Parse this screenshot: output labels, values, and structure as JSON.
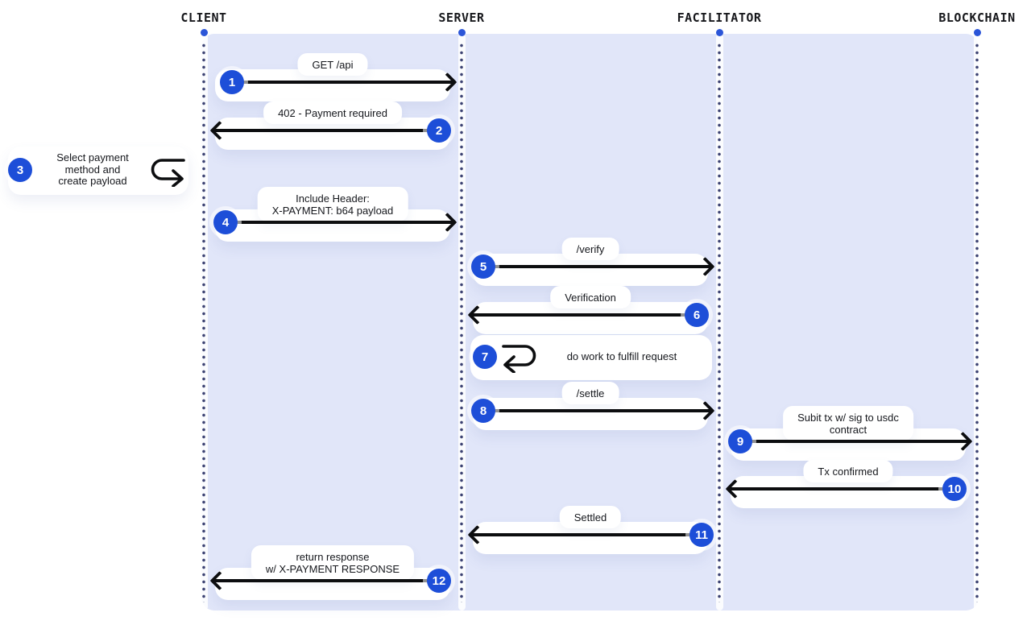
{
  "lanes": [
    {
      "name": "CLIENT"
    },
    {
      "name": "SERVER"
    },
    {
      "name": "FACILITATOR"
    },
    {
      "name": "BLOCKCHAIN"
    }
  ],
  "colors": {
    "accent_blue": "#1d4ed8",
    "panel_background": "#e1e6f9",
    "lifeline_dot": "#3d4373",
    "arrow_black": "#0c0d0f",
    "bubble_white": "#ffffff"
  },
  "messages": [
    {
      "num": "1",
      "label": "GET /api",
      "from": "CLIENT",
      "to": "SERVER"
    },
    {
      "num": "2",
      "label": "402 - Payment required",
      "from": "SERVER",
      "to": "CLIENT"
    },
    {
      "num": "3",
      "label": "Select payment\nmethod and\ncreate payload",
      "from": "CLIENT",
      "to": "CLIENT"
    },
    {
      "num": "4",
      "label": "Include Header:\nX-PAYMENT: b64 payload",
      "from": "CLIENT",
      "to": "SERVER"
    },
    {
      "num": "5",
      "label": "/verify",
      "from": "SERVER",
      "to": "FACILITATOR"
    },
    {
      "num": "6",
      "label": "Verification",
      "from": "FACILITATOR",
      "to": "SERVER"
    },
    {
      "num": "7",
      "label": "do work to fulfill request",
      "from": "SERVER",
      "to": "SERVER"
    },
    {
      "num": "8",
      "label": "/settle",
      "from": "SERVER",
      "to": "FACILITATOR"
    },
    {
      "num": "9",
      "label": "Subit tx w/ sig to usdc\ncontract",
      "from": "FACILITATOR",
      "to": "BLOCKCHAIN"
    },
    {
      "num": "10",
      "label": "Tx confirmed",
      "from": "BLOCKCHAIN",
      "to": "FACILITATOR"
    },
    {
      "num": "11",
      "label": "Settled",
      "from": "FACILITATOR",
      "to": "SERVER"
    },
    {
      "num": "12",
      "label": "return response\nw/ X-PAYMENT RESPONSE",
      "from": "SERVER",
      "to": "CLIENT"
    }
  ]
}
